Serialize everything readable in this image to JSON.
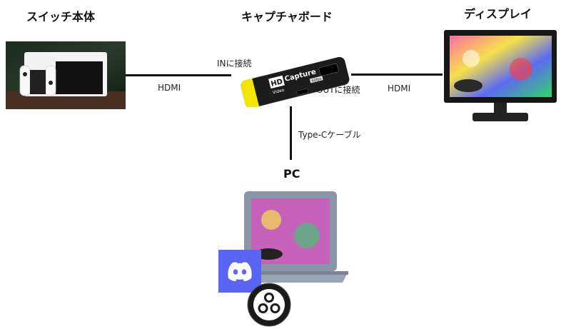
{
  "nodes": {
    "switch": {
      "title": "スイッチ本体"
    },
    "capture": {
      "title": "キャプチャボード",
      "device_text": {
        "hd": "HD",
        "video": "Video",
        "capture": "Capture",
        "badge": "60fps"
      }
    },
    "display": {
      "title": "ディスプレイ"
    },
    "pc": {
      "title": "PC"
    }
  },
  "connections": {
    "left_in_label": "INに接続",
    "left_cable_label": "HDMI",
    "right_out_label": "OUTに接続",
    "right_cable_label": "HDMI",
    "down_cable_label": "Type-Cケーブル"
  },
  "colors": {
    "line": "#111111",
    "capture_body": "#1c1c1c",
    "capture_accent": "#f2e600",
    "discord": "#5865f2",
    "obs": "#1a1a1a"
  },
  "icons": [
    "game-console-image",
    "capture-board-image",
    "monitor-image",
    "laptop-image",
    "discord-icon",
    "obs-icon"
  ]
}
